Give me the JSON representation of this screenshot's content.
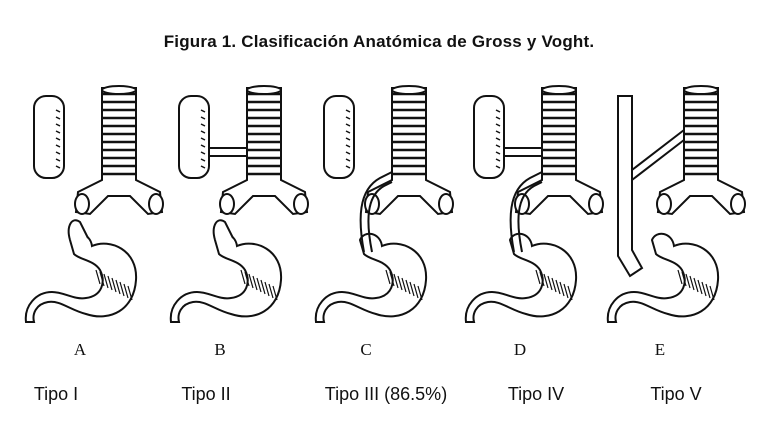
{
  "title": "Figura 1. Clasificación Anatómica de Gross y Voght.",
  "panels": [
    {
      "letter": "A",
      "label": "Tipo I",
      "type": "I"
    },
    {
      "letter": "B",
      "label": "Tipo II",
      "type": "II"
    },
    {
      "letter": "C",
      "label": "Tipo III (86.5%)",
      "type": "III"
    },
    {
      "letter": "D",
      "label": "Tipo IV",
      "type": "IV"
    },
    {
      "letter": "E",
      "label": "Tipo V",
      "type": "V"
    }
  ]
}
